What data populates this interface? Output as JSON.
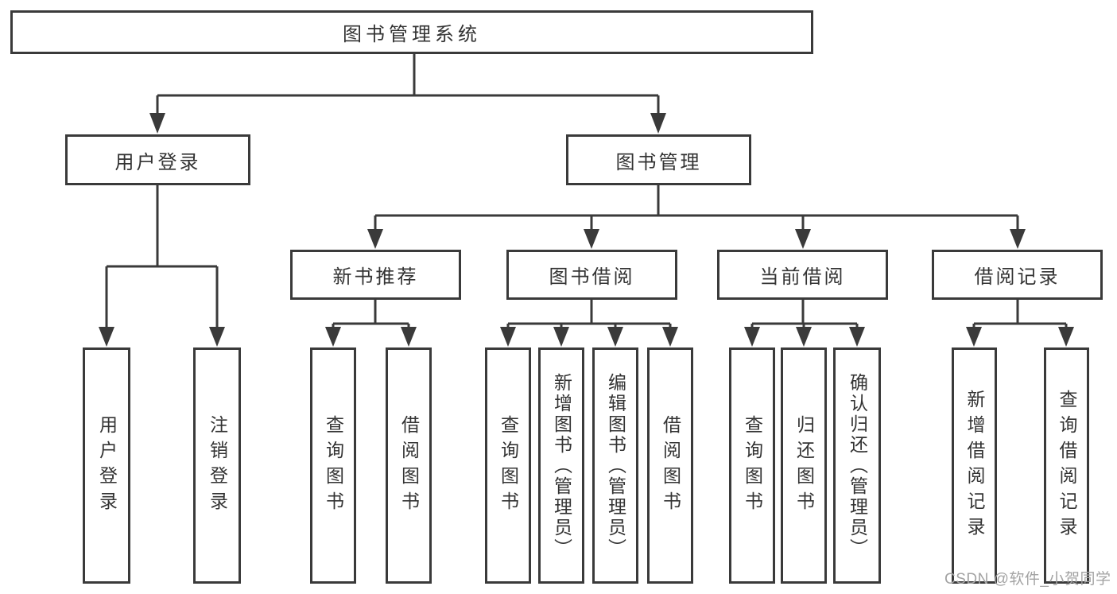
{
  "style": {
    "line_color": "#3a3a3a",
    "text_color": "#333333",
    "background": "#ffffff",
    "watermark_color": "#a3a3a3"
  },
  "diagram": {
    "nodes": {
      "root": "图书管理系统",
      "user_login": "用户登录",
      "book_mgmt": "图书管理",
      "new_book_rec": "新书推荐",
      "book_borrow": "图书借阅",
      "current_borrow": "当前借阅",
      "borrow_records": "借阅记录",
      "leaf_user_login": "用户登录",
      "leaf_logout": "注销登录",
      "leaf_query_book_new": "查询图书",
      "leaf_borrow_book_new": "借阅图书",
      "leaf_query_book_borrow": "查询图书",
      "leaf_add_book_admin": "新增图书（管理员）",
      "leaf_edit_book_admin": "编辑图书（管理员）",
      "leaf_borrow_book_borrow": "借阅图书",
      "leaf_query_book_current": "查询图书",
      "leaf_return_book": "归还图书",
      "leaf_confirm_return_admin": "确认归还（管理员）",
      "leaf_add_borrow_record": "新增借阅记录",
      "leaf_query_borrow_record": "查询借阅记录"
    },
    "hierarchy": {
      "图书管理系统": {
        "用户登录": [
          "用户登录",
          "注销登录"
        ],
        "图书管理": {
          "新书推荐": [
            "查询图书",
            "借阅图书"
          ],
          "图书借阅": [
            "查询图书",
            "新增图书（管理员）",
            "编辑图书（管理员）",
            "借阅图书"
          ],
          "当前借阅": [
            "查询图书",
            "归还图书",
            "确认归还（管理员）"
          ],
          "借阅记录": [
            "新增借阅记录",
            "查询借阅记录"
          ]
        }
      }
    }
  },
  "watermark": {
    "text": "CSDN @软件_小贺同学"
  }
}
